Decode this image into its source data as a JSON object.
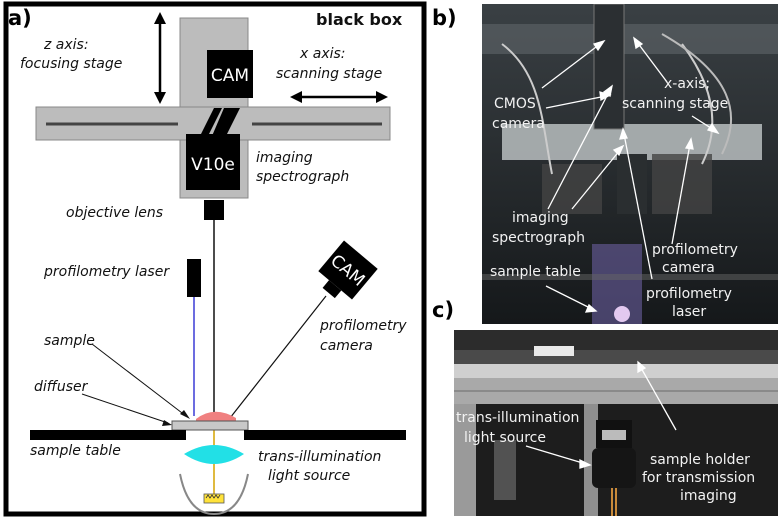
{
  "panels": {
    "a": "a)",
    "b": "b)",
    "c": "c)"
  },
  "panel_a": {
    "box_title": "black box",
    "z_axis": [
      "z axis:",
      "focusing stage"
    ],
    "x_axis": [
      "x axis:",
      "scanning stage"
    ],
    "cam": "CAM",
    "v10e": "V10e",
    "imaging_spectrograph": [
      "imaging",
      "spectrograph"
    ],
    "objective_lens": "objective lens",
    "profilometry_laser": "profilometry laser",
    "cam2": "CAM",
    "profilometry_camera": [
      "profilometry",
      "camera"
    ],
    "sample": "sample",
    "diffuser": "diffuser",
    "sample_table": "sample table",
    "light_source": [
      "trans-illumination",
      "light source"
    ]
  },
  "panel_b": {
    "cmos_camera": [
      "CMOS",
      "camera"
    ],
    "x_axis_stage": [
      "x-axis;",
      "scanning stage"
    ],
    "imaging_spectrograph": [
      "imaging",
      "spectrograph"
    ],
    "profilometry_camera": [
      "profilometry",
      "camera"
    ],
    "sample_table": "sample table",
    "profilometry_laser": [
      "profilometry",
      "laser"
    ]
  },
  "panel_c": {
    "light_source": [
      "trans-illumination",
      "light source"
    ],
    "sample_holder": [
      "sample holder",
      "for transmission",
      "imaging"
    ]
  },
  "colors": {
    "laser_beam": "#3b3bd6",
    "optical_axis": "#d4a300",
    "sample": "#f08080",
    "lens": "#22e0e6",
    "frame_gray": "#bcbcbc"
  }
}
